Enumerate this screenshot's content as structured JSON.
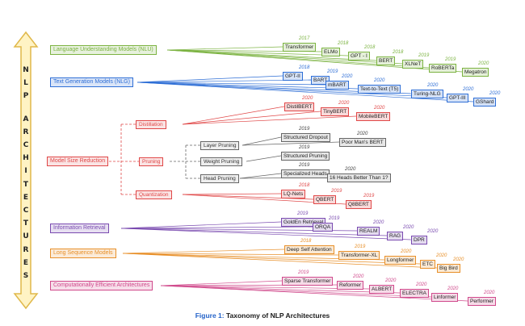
{
  "side_label": "NLP ARCHITECTURES",
  "caption": {
    "figure": "Figure 1:",
    "text": " Taxonomy of NLP Architectures"
  },
  "colors": {
    "green": "#7cb342",
    "blue": "#2f6fd6",
    "red": "#e04848",
    "purple": "#7a4bb0",
    "orange": "#e8902a",
    "pink": "#d04a8c",
    "gray": "#666666",
    "arrow_fill": "#fff3c4",
    "arrow_stroke": "#e0b84a"
  },
  "categories": {
    "nlu": {
      "label": "Language Understanding Models (NLU)"
    },
    "nlg": {
      "label": "Text Generation Models (NLG)"
    },
    "msr": {
      "label": "Model Size Reduction"
    },
    "ir": {
      "label": "Information Retrieval"
    },
    "lsm": {
      "label": "Long Sequence Models"
    },
    "cea": {
      "label": "Computationally Efficient Architectures"
    }
  },
  "subcats": {
    "distillation": "Distillation",
    "pruning": "Pruning",
    "quantization": "Quantization",
    "layer_pruning": "Layer Pruning",
    "weight_pruning": "Weight Pruning",
    "head_pruning": "Head Pruning"
  },
  "models": {
    "nlu": [
      {
        "name": "Transformer",
        "year": "2017"
      },
      {
        "name": "ELMo",
        "year": "2018"
      },
      {
        "name": "GPT - I",
        "year": "2018"
      },
      {
        "name": "BERT",
        "year": "2018"
      },
      {
        "name": "XLNeT",
        "year": "2019"
      },
      {
        "name": "RoBERTa",
        "year": "2019"
      },
      {
        "name": "Megatron",
        "year": "2020"
      }
    ],
    "nlg": [
      {
        "name": "GPT-II",
        "year": "2018"
      },
      {
        "name": "BART",
        "year": "2019"
      },
      {
        "name": "mBART",
        "year": "2020"
      },
      {
        "name": "Text-to-Text (T5)",
        "year": "2020"
      },
      {
        "name": "Turing-NLG",
        "year": "2020"
      },
      {
        "name": "GPT-III",
        "year": "2020"
      },
      {
        "name": "GShard",
        "year": "2020"
      }
    ],
    "distillation": [
      {
        "name": "DistilBERT",
        "year": "2020"
      },
      {
        "name": "TinyBERT",
        "year": "2020"
      },
      {
        "name": "MobileBERT",
        "year": "2020"
      }
    ],
    "layer_pruning": [
      {
        "name": "Structured Dropout",
        "year": "2019"
      },
      {
        "name": "Poor Man's BERT",
        "year": "2020"
      }
    ],
    "weight_pruning": [
      {
        "name": "Structured Pruning",
        "year": "2019"
      }
    ],
    "head_pruning": [
      {
        "name": "Specialized Heads",
        "year": "2019"
      },
      {
        "name": "16 Heads Better Than 1?",
        "year": "2020"
      }
    ],
    "quantization": [
      {
        "name": "LQ-Nets",
        "year": "2018"
      },
      {
        "name": "QBERT",
        "year": "2019"
      },
      {
        "name": "Q8BERT",
        "year": "2019"
      }
    ],
    "ir": [
      {
        "name": "GoldEn Retrieval",
        "year": "2019"
      },
      {
        "name": "ORQA",
        "year": "2019"
      },
      {
        "name": "REALM",
        "year": "2020"
      },
      {
        "name": "RAG",
        "year": "2020"
      },
      {
        "name": "DPR",
        "year": "2020"
      }
    ],
    "lsm": [
      {
        "name": "Deep Self Attention",
        "year": "2018"
      },
      {
        "name": "Transformer-XL",
        "year": "2019"
      },
      {
        "name": "Longformer",
        "year": "2020"
      },
      {
        "name": "ETC",
        "year": "2020"
      },
      {
        "name": "Big Bird",
        "year": "2020"
      }
    ],
    "cea": [
      {
        "name": "Sparse Transformer",
        "year": "2019"
      },
      {
        "name": "Reformer",
        "year": "2020"
      },
      {
        "name": "ALBERT",
        "year": "2020"
      },
      {
        "name": "ELECTRA",
        "year": "2020"
      },
      {
        "name": "Linformer",
        "year": "2020"
      },
      {
        "name": "Performer",
        "year": "2020"
      }
    ]
  }
}
